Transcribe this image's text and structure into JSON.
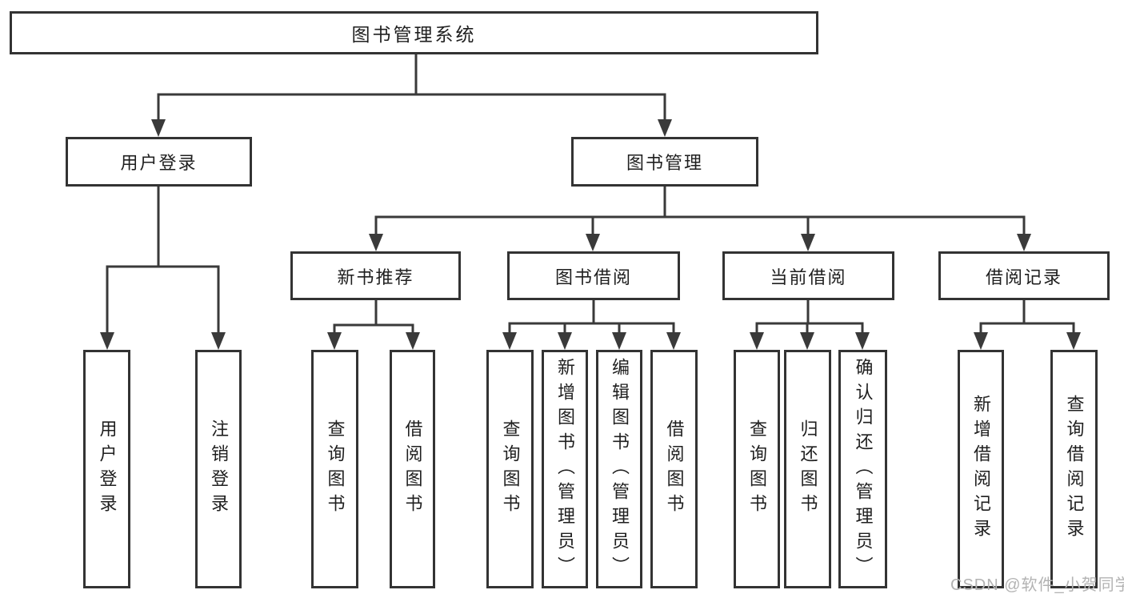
{
  "tree": {
    "label": "图书管理系统",
    "children": [
      {
        "label": "用户登录",
        "children": [
          {
            "label": "用户登录"
          },
          {
            "label": "注销登录"
          }
        ]
      },
      {
        "label": "图书管理",
        "children": [
          {
            "label": "新书推荐",
            "children": [
              {
                "label": "查询图书"
              },
              {
                "label": "借阅图书"
              }
            ]
          },
          {
            "label": "图书借阅",
            "children": [
              {
                "label": "查询图书"
              },
              {
                "label": "新增图书（管理员）"
              },
              {
                "label": "编辑图书（管理员）"
              },
              {
                "label": "借阅图书"
              }
            ]
          },
          {
            "label": "当前借阅",
            "children": [
              {
                "label": "查询图书"
              },
              {
                "label": "归还图书"
              },
              {
                "label": "确认归还（管理员）"
              }
            ]
          },
          {
            "label": "借阅记录",
            "children": [
              {
                "label": "新增借阅记录"
              },
              {
                "label": "查询借阅记录"
              }
            ]
          }
        ]
      }
    ]
  },
  "watermark": {
    "text": "CSDN @软件_小贺同学"
  },
  "colors": {
    "line-color": "#3a3a3a",
    "border-color": "#333333",
    "text-color": "#1f1f1f",
    "watermark-color": "#b3b3b3",
    "bg-color": "#ffffff"
  }
}
